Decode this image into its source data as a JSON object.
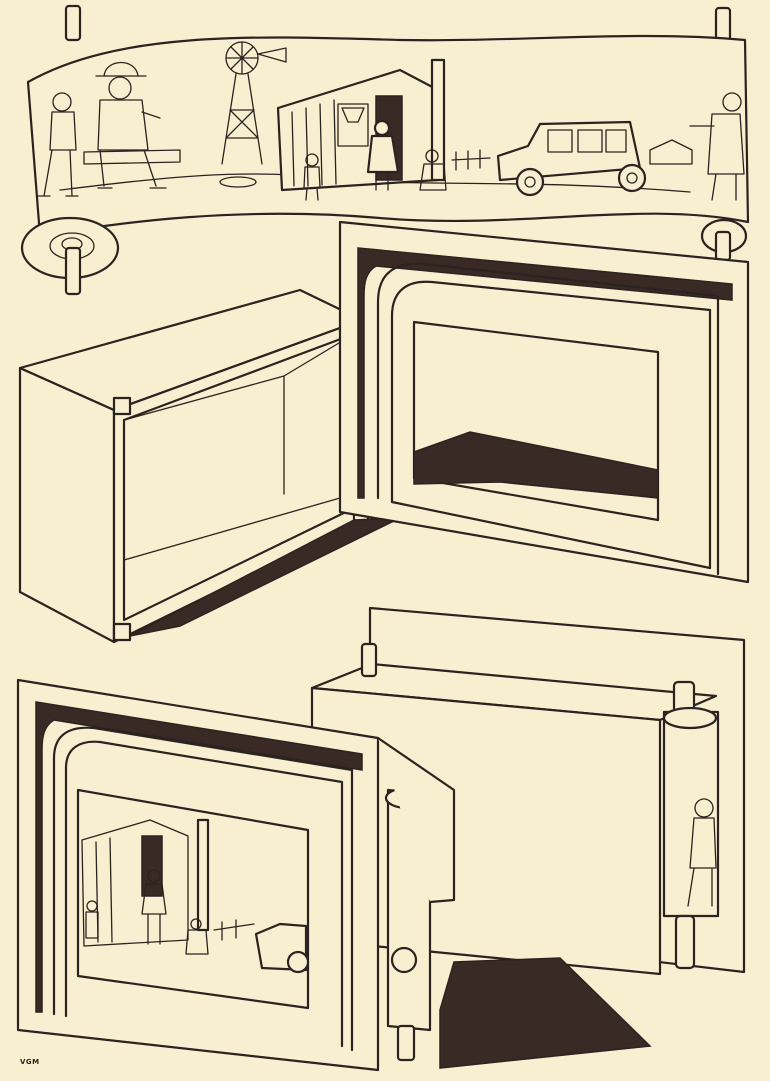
{
  "illustration": {
    "signature": "VGM",
    "parts": [
      "scroll-panorama",
      "open-box",
      "stage-frame",
      "assembled-theater"
    ],
    "scene_figures": [
      "farmer",
      "seated-boy",
      "windmill",
      "shack",
      "child",
      "woman-in-doorway",
      "crouching-child",
      "old-car",
      "girl-with-bowl"
    ]
  }
}
